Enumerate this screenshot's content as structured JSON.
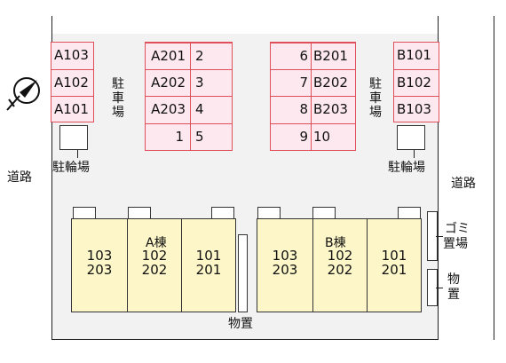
{
  "roads": {
    "left": "道路",
    "right": "道路"
  },
  "parking_label": [
    "駐",
    "車",
    "場"
  ],
  "bike_parking": "駐輪場",
  "storage": "物置",
  "garbage": [
    "ゴミ",
    "置場"
  ],
  "storage_vertical": [
    "物",
    "置"
  ],
  "parking": {
    "block1": [
      "A103",
      "A102",
      "A101"
    ],
    "block2": [
      {
        "a": "A201",
        "b": "2"
      },
      {
        "a": "A202",
        "b": "3"
      },
      {
        "a": "A203",
        "b": "4"
      },
      {
        "a": "1",
        "b": "5"
      }
    ],
    "block3": [
      {
        "a": "6",
        "b": "B201"
      },
      {
        "a": "7",
        "b": "B202"
      },
      {
        "a": "8",
        "b": "B203"
      },
      {
        "a": "9",
        "b": "10"
      }
    ],
    "block4": [
      "B101",
      "B102",
      "B103"
    ]
  },
  "buildings": {
    "a": {
      "name": "A棟",
      "units": [
        {
          "top": "103",
          "bottom": "203"
        },
        {
          "top": "102",
          "bottom": "202"
        },
        {
          "top": "101",
          "bottom": "201"
        }
      ]
    },
    "b": {
      "name": "B棟",
      "units": [
        {
          "top": "103",
          "bottom": "203"
        },
        {
          "top": "102",
          "bottom": "202"
        },
        {
          "top": "101",
          "bottom": "201"
        }
      ]
    }
  }
}
